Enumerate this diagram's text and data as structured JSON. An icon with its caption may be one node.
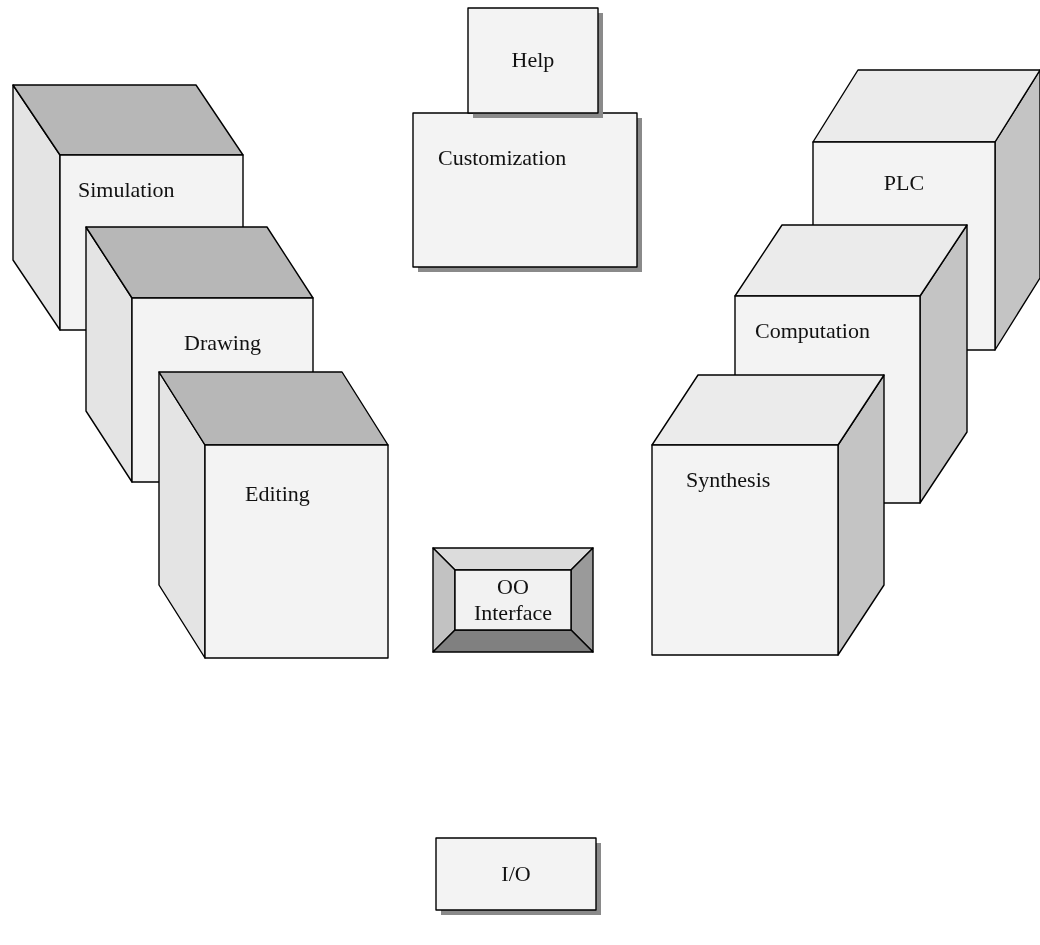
{
  "diagram": {
    "nodes": [
      {
        "text": [
          "Help"
        ]
      },
      {
        "text": [
          "Customization"
        ]
      },
      {
        "text": [
          "Simulation"
        ]
      },
      {
        "text": [
          "Drawing"
        ]
      },
      {
        "text": [
          "Editing"
        ]
      },
      {
        "text": [
          "OO Interface"
        ]
      },
      {
        "text": [
          "PLC"
        ]
      },
      {
        "text": [
          "Computation"
        ]
      },
      {
        "text": [
          "Synthesis"
        ]
      },
      {
        "text": [
          "I/O"
        ]
      }
    ]
  }
}
